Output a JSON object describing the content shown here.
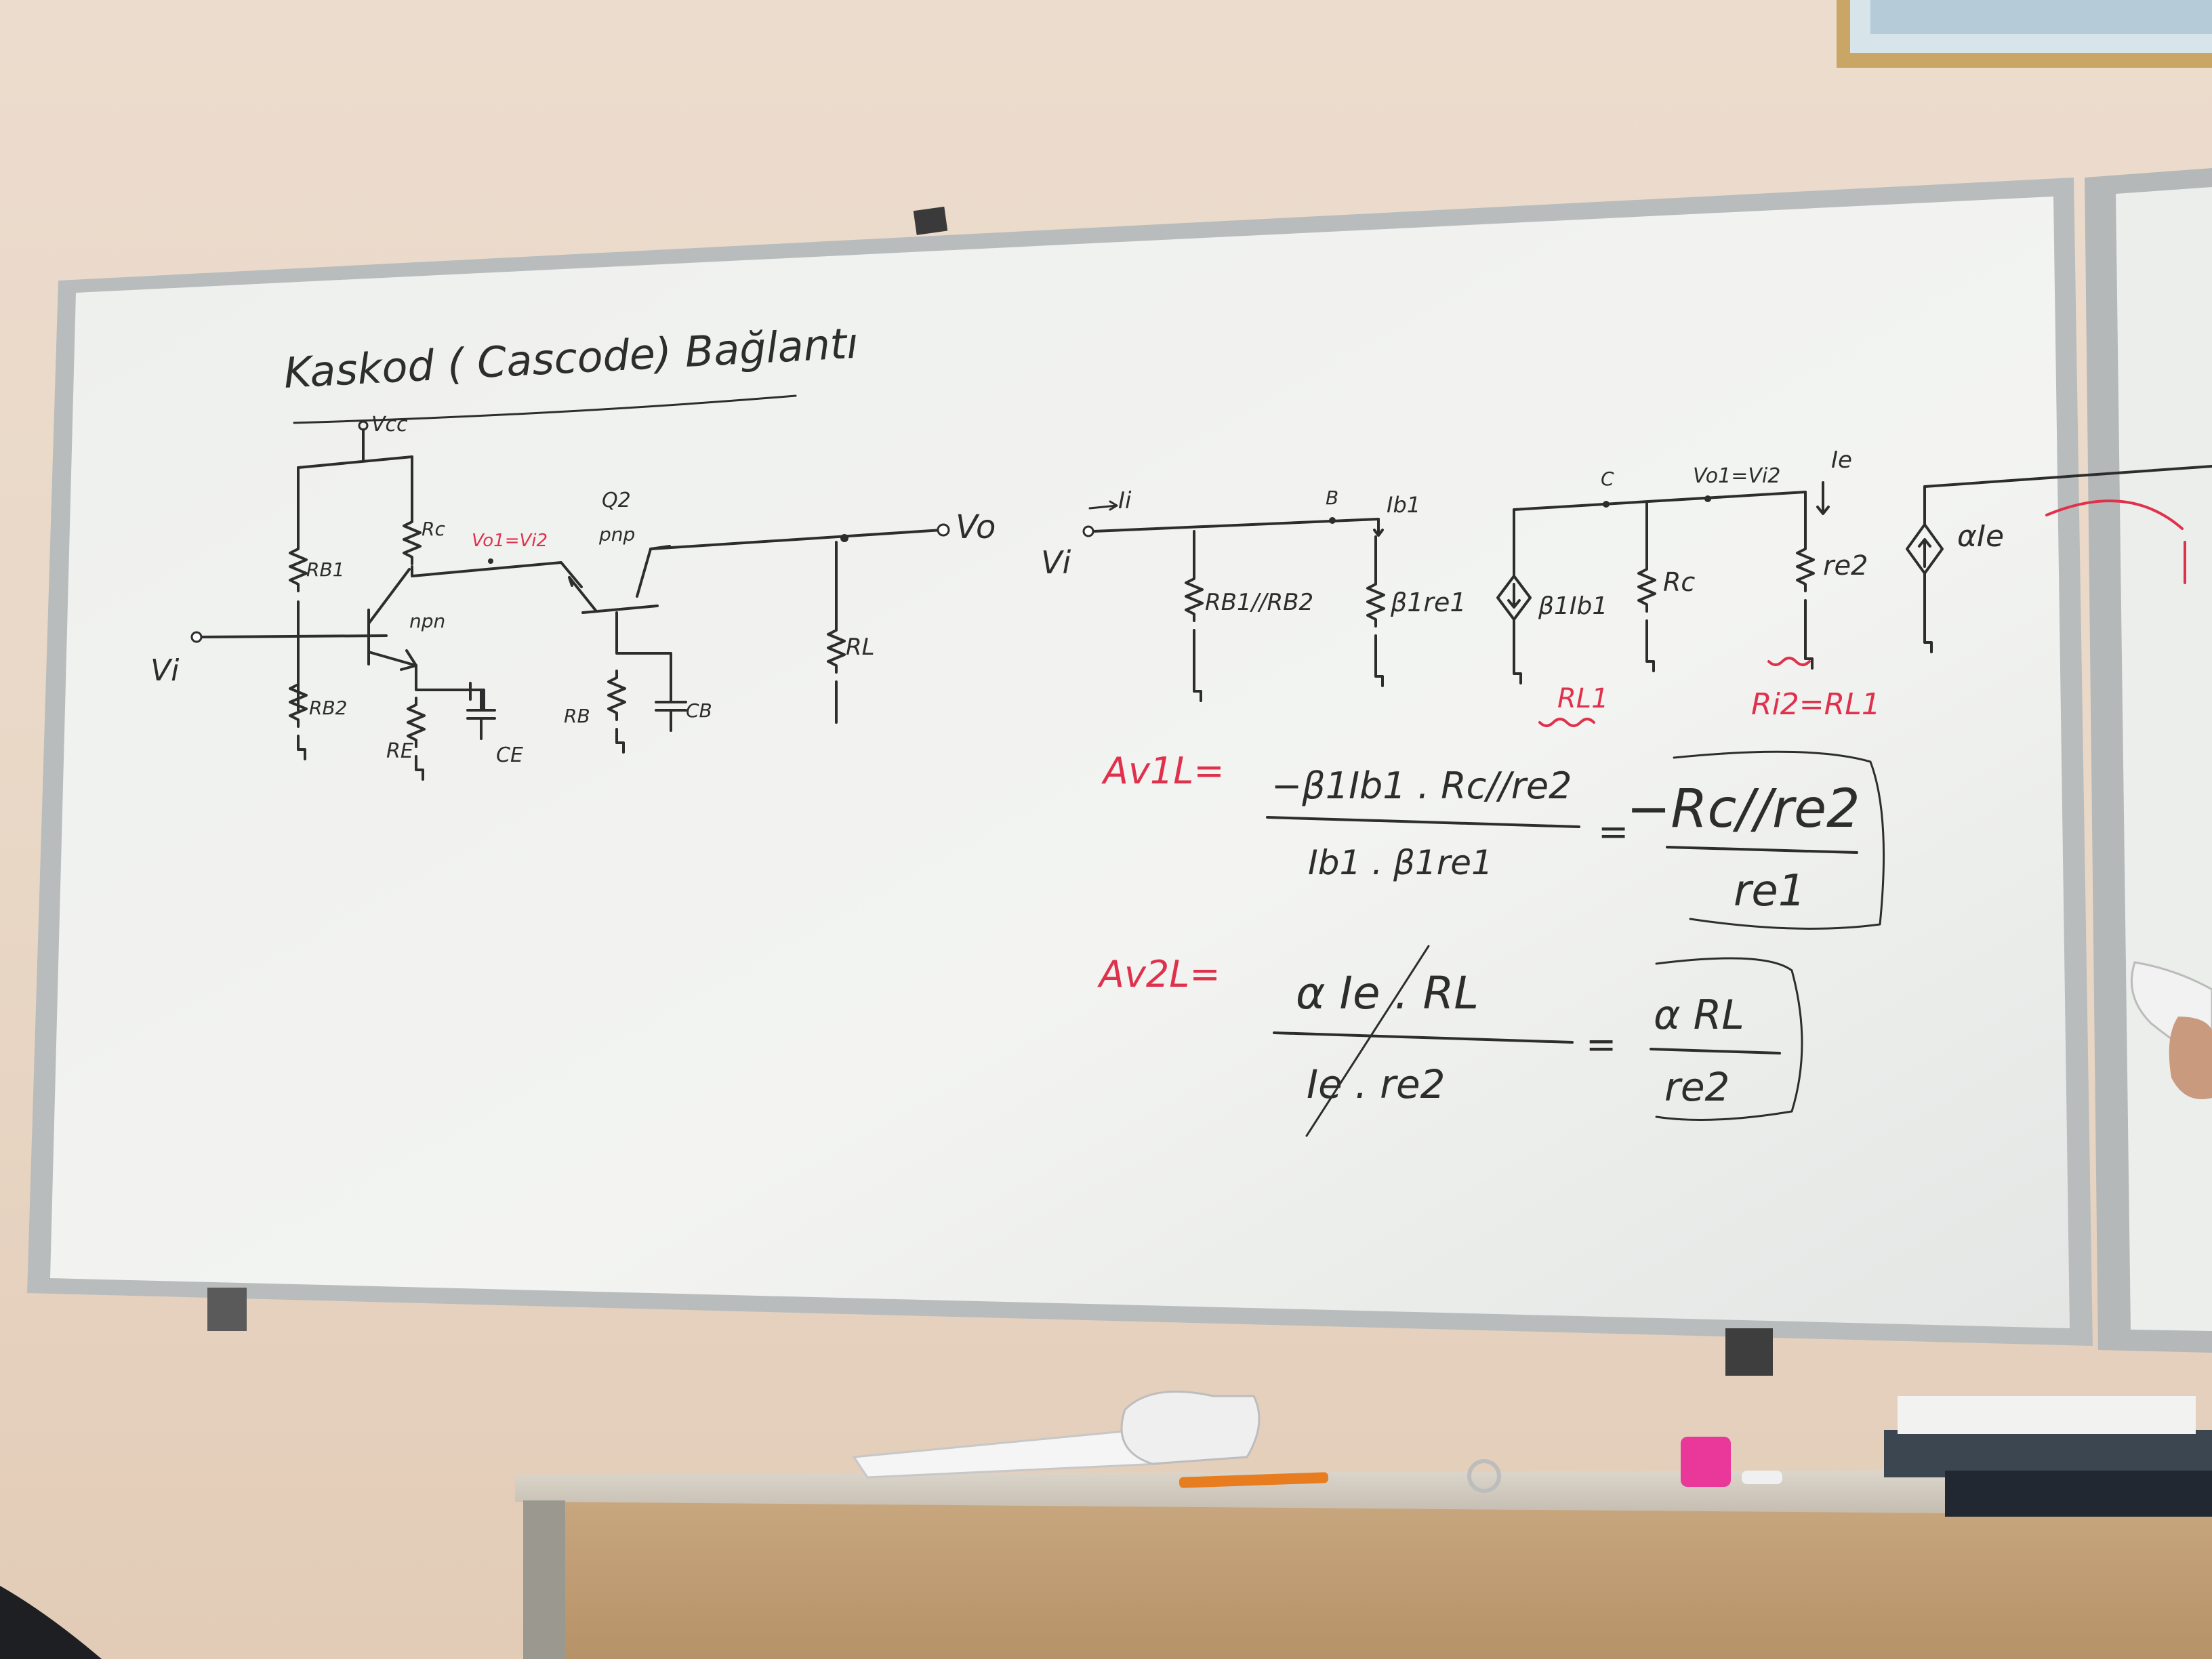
{
  "board": {
    "title": "Kaskod ( Cascode) Bağlantı",
    "circuit": {
      "supply": "Vcc",
      "input": "Vi",
      "output": "Vo",
      "node_label": "Vo1=Vi2",
      "q2_label": "Q2",
      "pnp": "pnp",
      "npn": "npn",
      "rb1": "RB1",
      "rb2": "RB2",
      "rc": "Rc",
      "re": "RE",
      "ce": "CE",
      "rb": "RB",
      "cb": "CB",
      "rl": "RL"
    },
    "equivalent": {
      "ii": "Ii",
      "vi": "Vi",
      "b": "B",
      "ib1": "Ib1",
      "rb_par": "RB1//RB2",
      "bre1": "β1re1",
      "c": "C",
      "vo1_vi2": "Vo1=Vi2",
      "ie": "Ie",
      "source1": "β1Ib1",
      "rc": "Rc",
      "re2": "re2",
      "rl1_note": "RL1",
      "ri2_note": "Ri2=RL1",
      "source2": "αIe"
    },
    "equations": {
      "av1_label": "Av1L=",
      "av1_num": "−β1Ib1 . Rc//re2",
      "av1_den": "Ib1 . β1re1",
      "av1_result_num": "−Rc//re2",
      "av1_result_den": "re1",
      "av2_label": "Av2L=",
      "av2_num": "α Ie . RL",
      "av2_den": "Ie . re2",
      "av2_result_num": "α RL",
      "av2_result_den": "re2",
      "eq": "="
    }
  }
}
